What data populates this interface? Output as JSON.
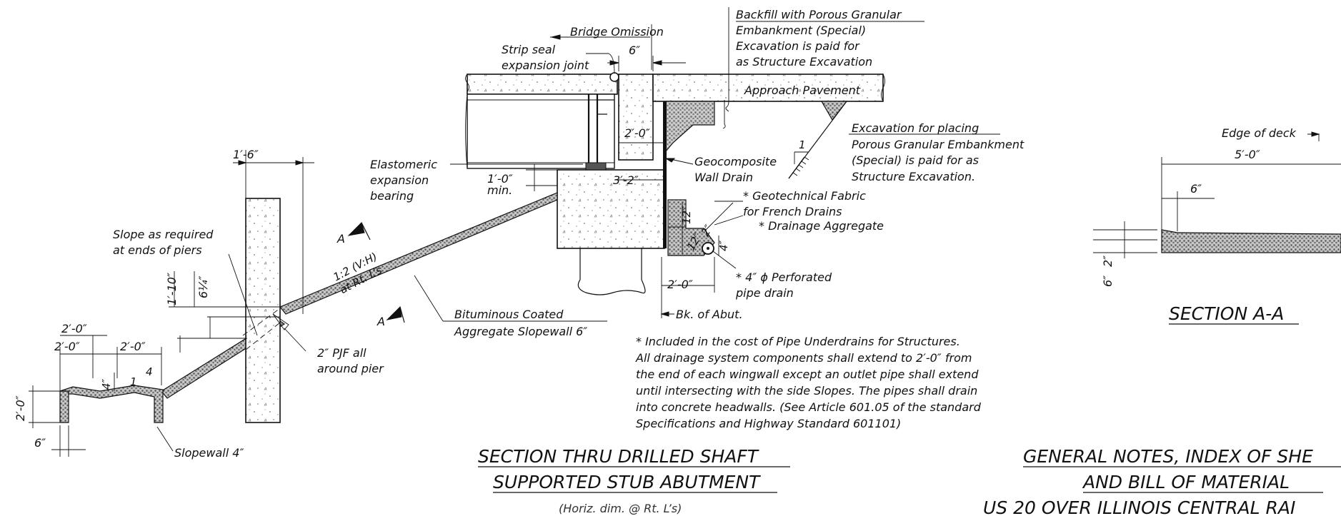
{
  "notes": {
    "backfill": [
      "Backfill with Porous Granular",
      "Embankment (Special)",
      "Excavation is paid for",
      "as Structure Excavation"
    ],
    "bridge_omission": "Bridge Omission",
    "strip_seal": [
      "Strip seal",
      "expansion joint"
    ],
    "approach_pavement": "Approach Pavement",
    "excavation_placing": [
      "Excavation for placing",
      "Porous Granular Embankment",
      "(Special) is paid for as",
      "Structure Excavation."
    ],
    "elastomeric": [
      "Elastomeric",
      "expansion",
      "bearing"
    ],
    "geocomposite": [
      "Geocomposite",
      "Wall Drain"
    ],
    "geotech_fabric": [
      "* Geotechnical Fabric",
      "for French Drains"
    ],
    "drainage_aggregate": "* Drainage Aggregate",
    "perforated_pipe": [
      "* 4″ ϕ Perforated",
      "pipe drain"
    ],
    "bk_abut": "Bk. of Abut.",
    "slope_as_required": [
      "Slope as required",
      "at ends of piers"
    ],
    "slope_ratio": [
      "1:2 (V:H)",
      "at Rt. L’s"
    ],
    "bituminous": [
      "Bituminous Coated",
      "Aggregate Slopewall 6″"
    ],
    "pjf": [
      "2″ PJF all",
      "around pier"
    ],
    "slopewall_4": "Slopewall 4″",
    "section_mark": "A",
    "footnote": [
      "* Included in the cost of Pipe Underdrains for Structures.",
      "All drainage system components shall extend to 2′-0″ from",
      "the end of each wingwall except an outlet pipe shall extend",
      "until intersecting with the side Slopes. The pipes shall drain",
      "into concrete headwalls. (See Article 601.05 of the standard",
      "Specifications and Highway Standard 601101)"
    ],
    "edge_of_deck": "Edge of deck"
  },
  "dimensions": {
    "six_in": "6″",
    "two_zero": "2′-0″",
    "one_zero_min": [
      "1′-0″",
      "min."
    ],
    "three_two": "3′-2″",
    "twelve": "12″",
    "two_in": "2″",
    "four_in": "4″",
    "one_six": "1′-6″",
    "one_ten": "1′-10″",
    "six_quarter": "6¼″",
    "slope_one": "1",
    "slope_four": "4",
    "five_zero": "5′-0″"
  },
  "titles": {
    "main": [
      "SECTION THRU DRILLED SHAFT",
      "SUPPORTED STUB ABUTMENT"
    ],
    "main_sub": "(Horiz. dim. @ Rt. L’s)",
    "section_aa": "SECTION A-A",
    "sheet": [
      "GENERAL NOTES, INDEX OF SHE",
      "AND BILL OF MATERIAL",
      "US 20 OVER ILLINOIS CENTRAL RAI"
    ]
  }
}
